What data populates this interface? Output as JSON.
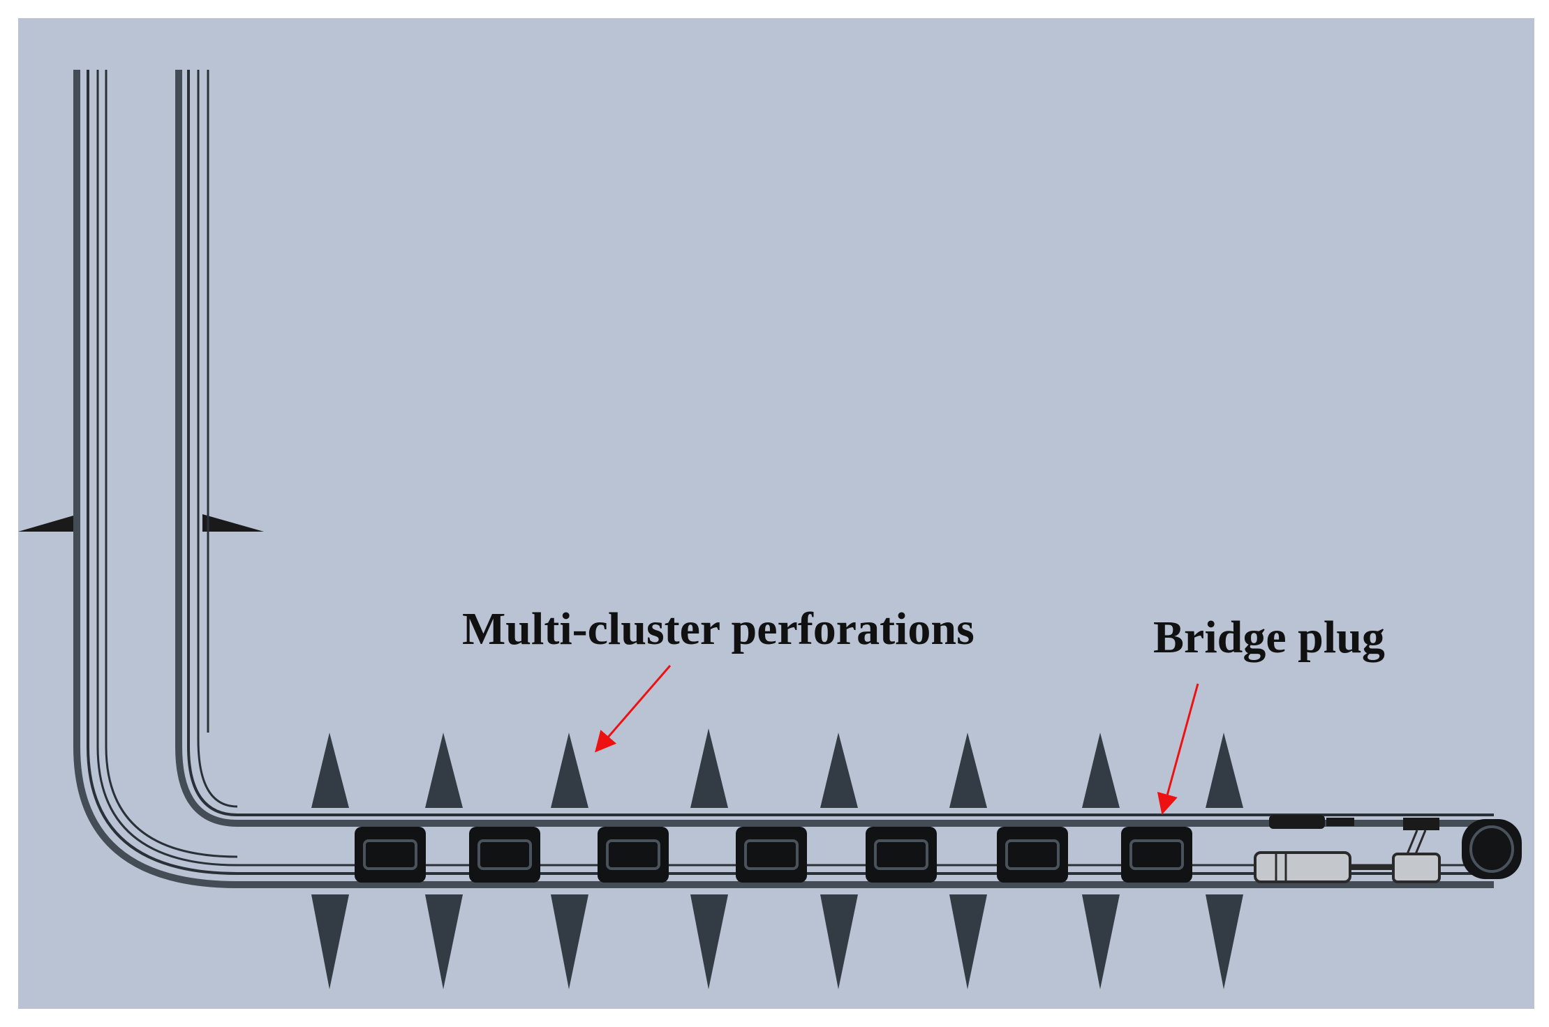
{
  "annotations": {
    "perforations_label": "Multi-cluster perforations",
    "bridge_plug_label": "Bridge plug",
    "arrow_color": "#ee1111"
  },
  "colors": {
    "background": "#b9c3d3",
    "ink": "#1a1a1a",
    "charge": "#333b44",
    "plug": "#101214",
    "casing_line": "#444c56"
  },
  "perforation_cluster_count": 8,
  "bridge_plug_count": 7
}
